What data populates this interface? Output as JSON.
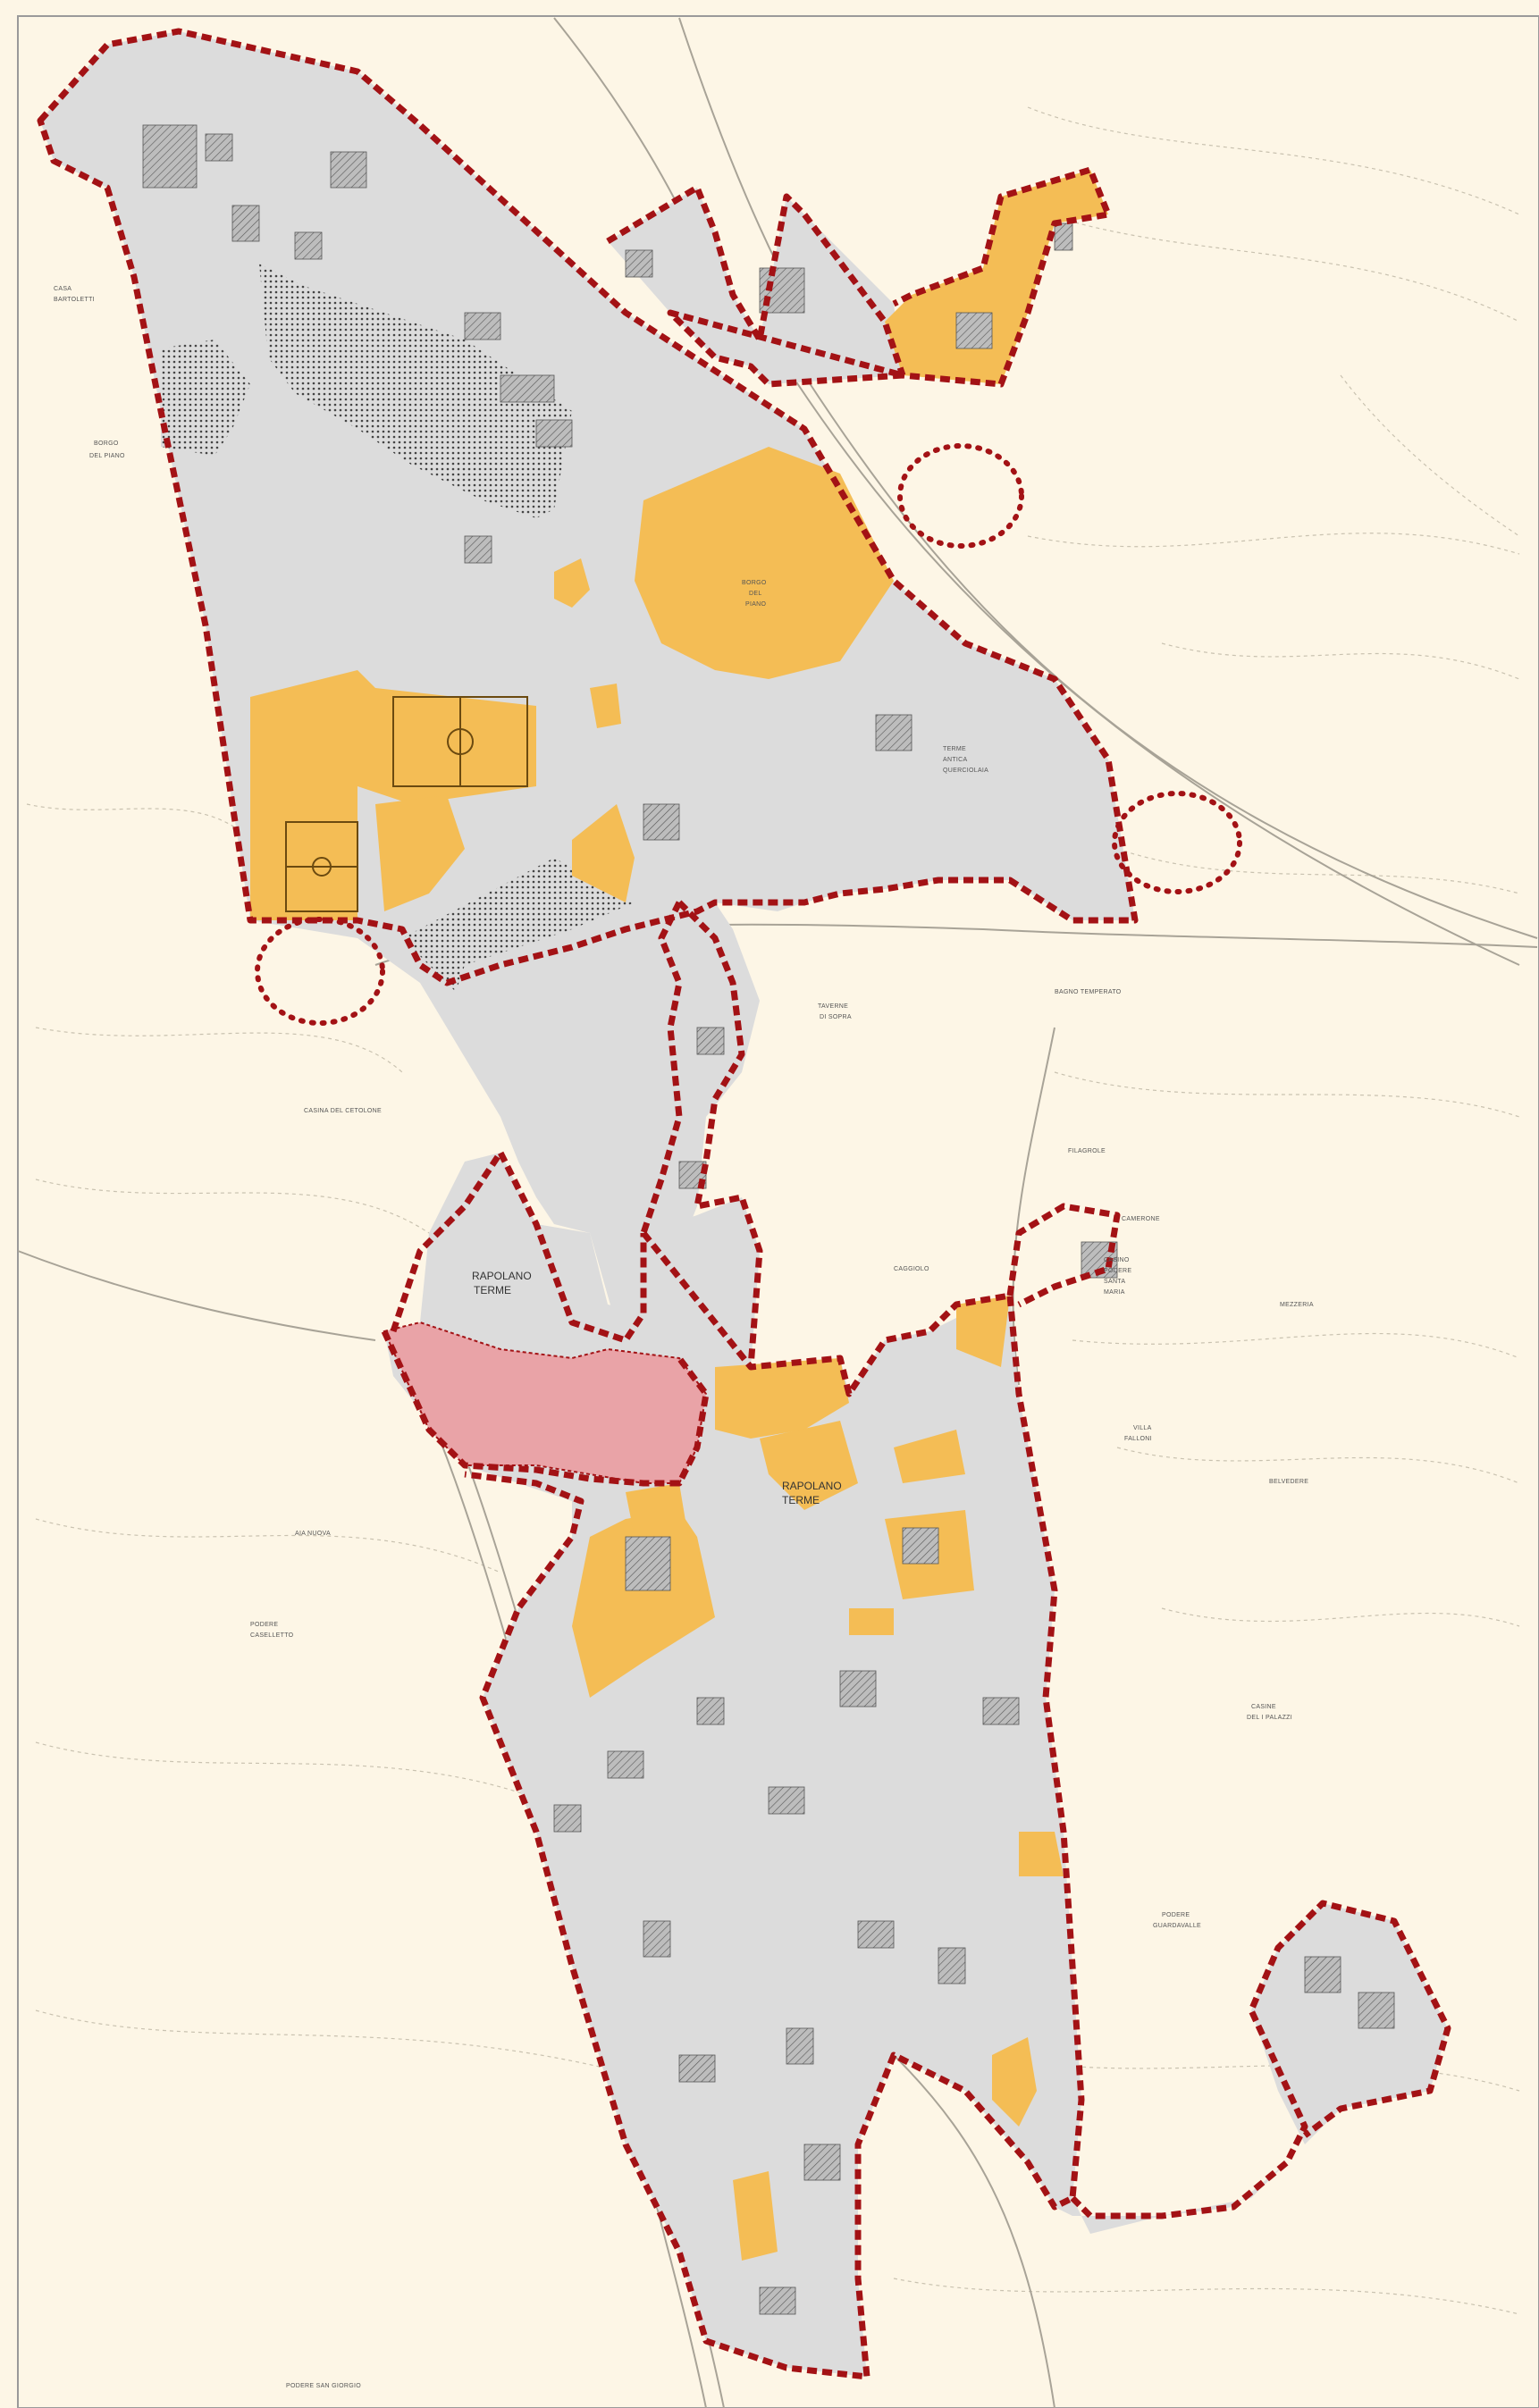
{
  "colors": {
    "background": "#fdf6e6",
    "frame": "#9a9a9a",
    "contour": "#c9c2b0",
    "road": "#a8a397",
    "urban_fill": "#dcdcdc",
    "service_fill": "#f4bd55",
    "historic_fill": "#e9a3a7",
    "boundary": "#a31215",
    "building": "#8c8c8c",
    "hatched": "#555555"
  },
  "labels": {
    "town_north_1": "RAPOLANO",
    "town_north_2": "TERME",
    "town_south_1": "RAPOLANO",
    "town_south_2": "TERME",
    "borgo_1": "BORGO",
    "borgo_2": "DEL",
    "borgo_3": "PIANO",
    "terme_1": "TERME",
    "terme_2": "ANTICA",
    "terme_3": "QUERCIOLAIA",
    "bagno": "BAGNO TEMPERATO",
    "taverne_1": "TAVERNE",
    "taverne_2": "DI SOPRA",
    "casa_1": "CASA",
    "casa_2": "BARTOLETTI",
    "borgo_piano_w_1": "BORGO",
    "borgo_piano_w_2": "DEL PIANO",
    "casina": "CASINA DEL CETOLONE",
    "filagrole": "FILAGROLE",
    "camerone": "CAMERONE",
    "caggiolo": "CAGGIOLO",
    "casino_1": "CASINO",
    "casino_2": "PODERE",
    "casino_3": "SANTA",
    "casino_4": "MARIA",
    "villa_1": "VILLA",
    "villa_2": "FALLONI",
    "belvedere": "BELVEDERE",
    "casine_1": "CASINE",
    "casine_2": "DEL I PALAZZI",
    "nuova": "AIA NUOVA",
    "podere_1": "PODERE",
    "podere_2": "CASELLETTO",
    "podere_san_giorgio": "PODERE SAN GIORGIO",
    "mezzeria": "MEZZERIA",
    "podere_e": "PODERE",
    "podere_e2": "GUARDAVALLE"
  }
}
